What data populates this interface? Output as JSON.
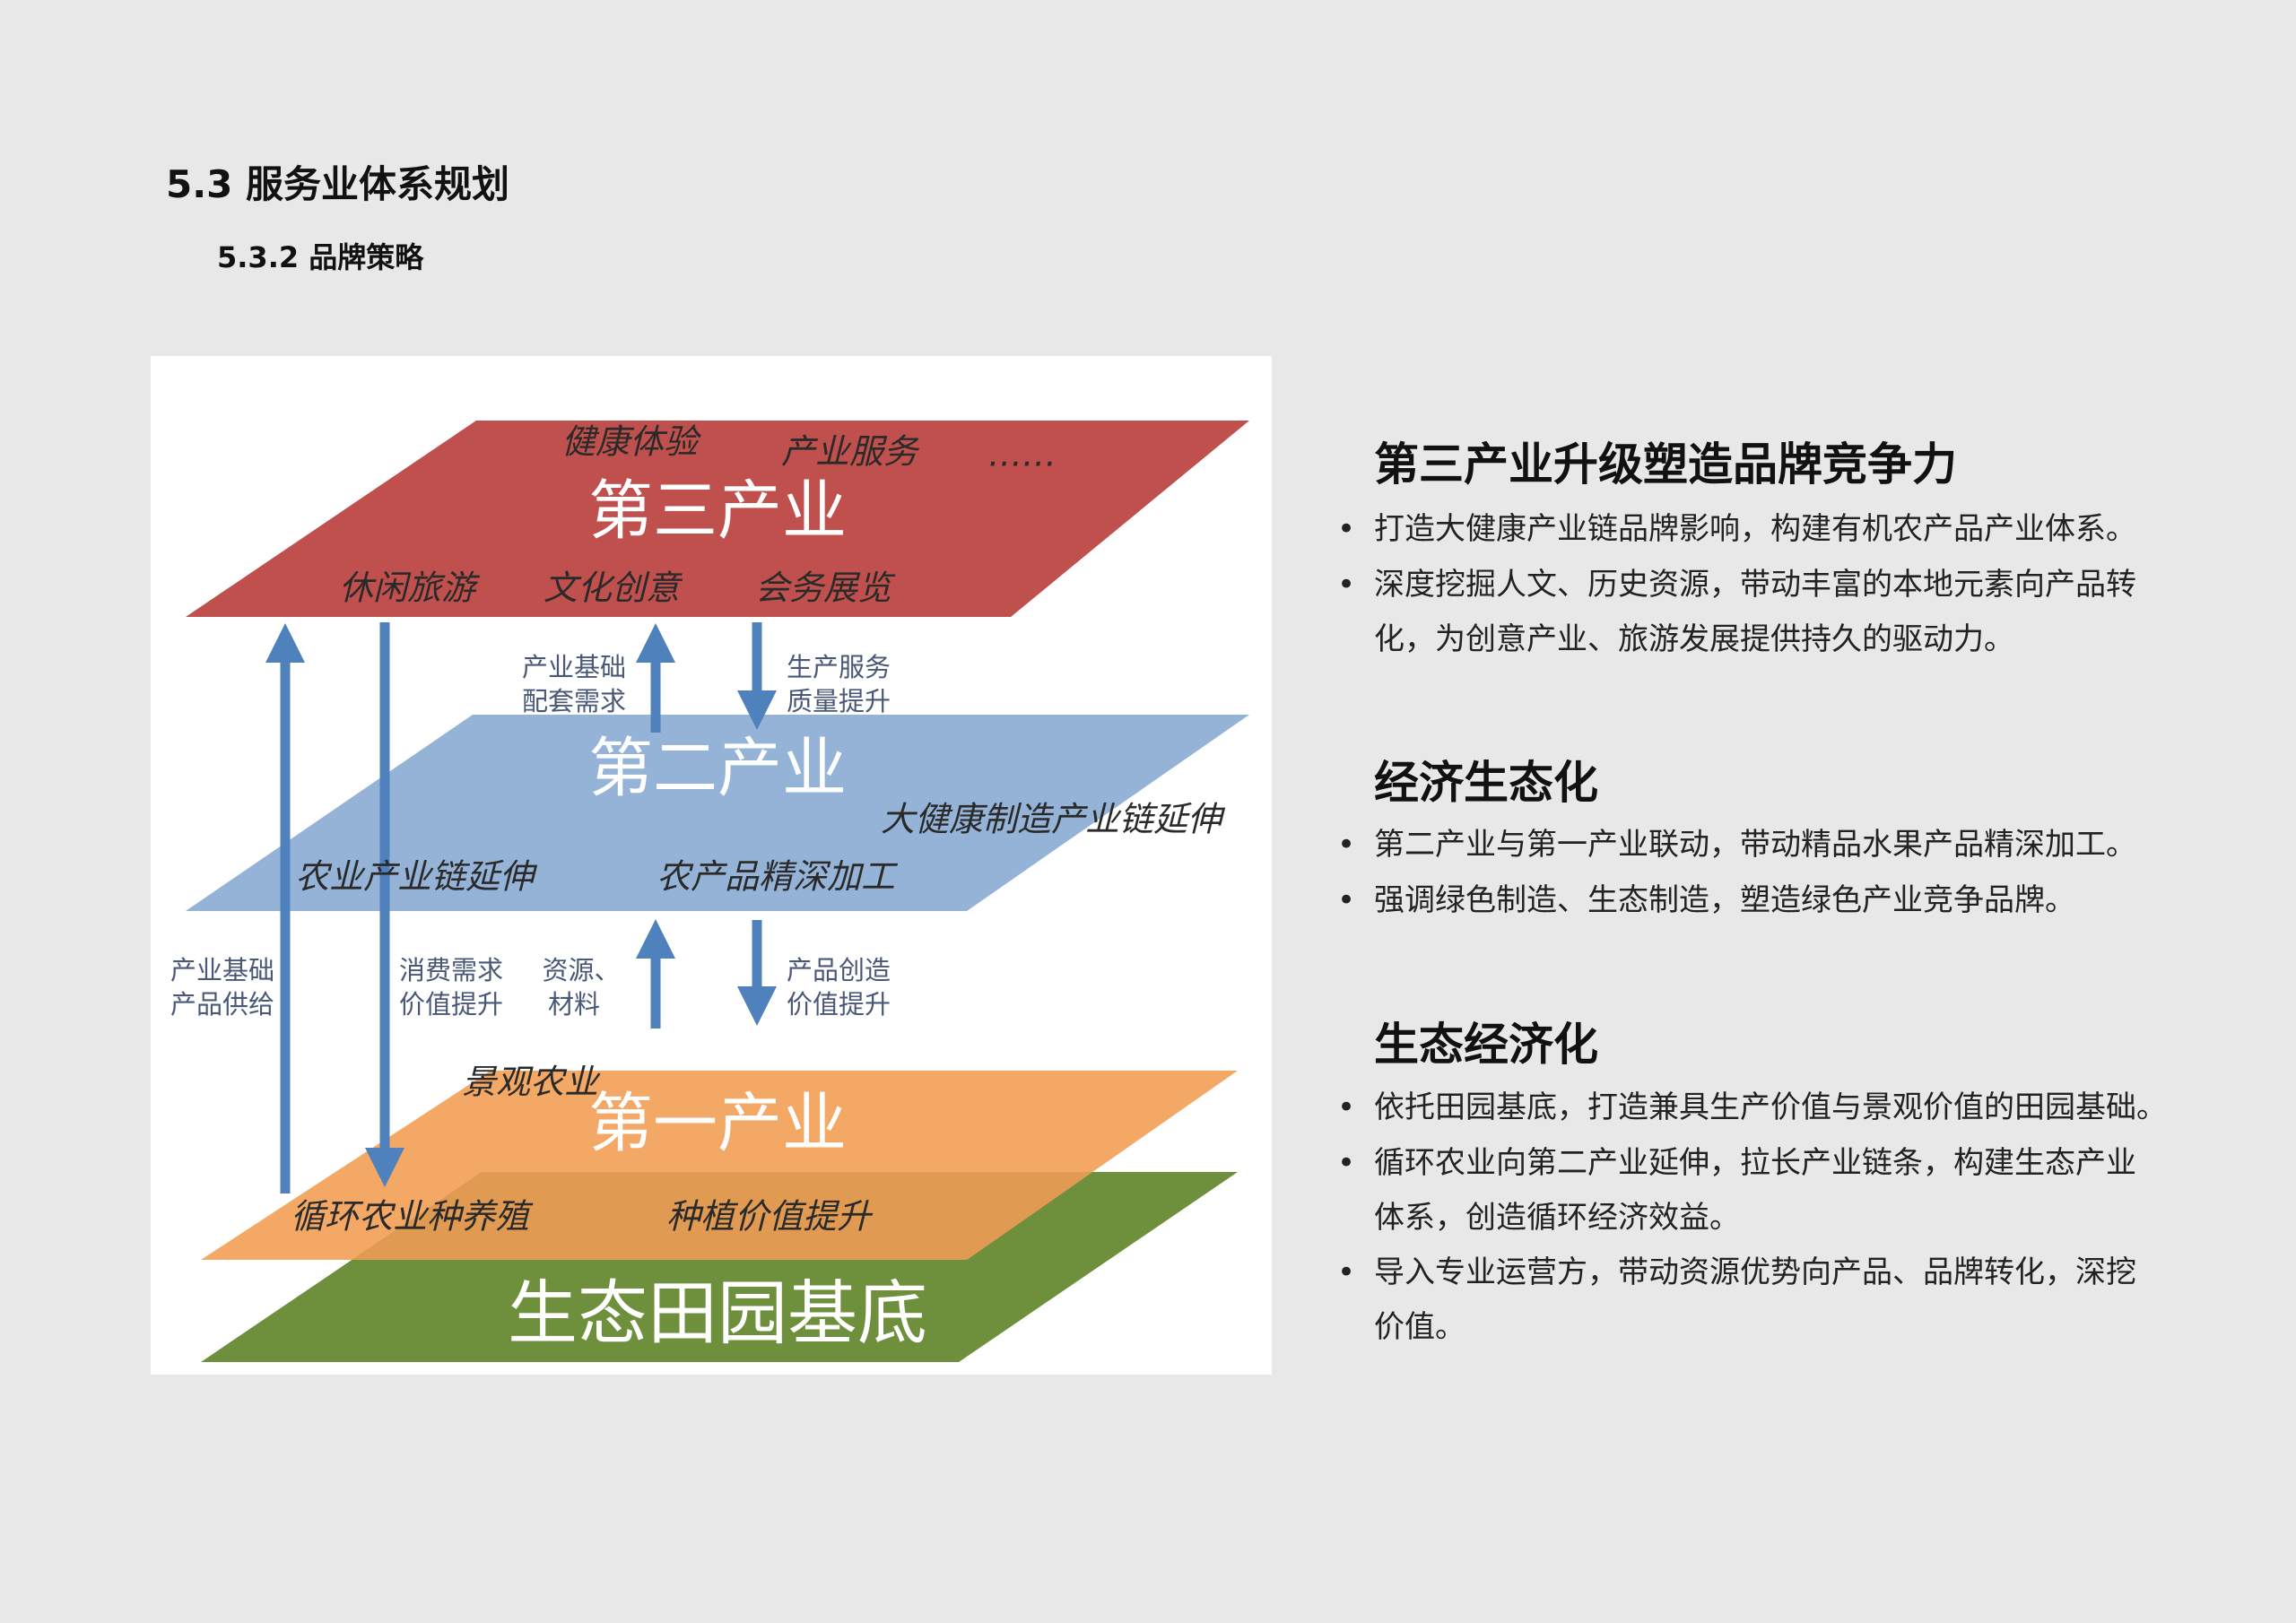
{
  "header": {
    "section": "5.3 服务业体系规划",
    "subsection": "5.3.2 品牌策略"
  },
  "diagram": {
    "tertiary": {
      "title": "第三产业",
      "top": [
        "健康体验",
        "产业服务",
        "……"
      ],
      "bottom": [
        "休闲旅游",
        "文化创意",
        "会务展览"
      ]
    },
    "secondary": {
      "title": "第二产业",
      "right": "大健康制造产业链延伸",
      "bottom": [
        "农业产业链延伸",
        "农产品精深加工"
      ]
    },
    "primary": {
      "title": "第一产业",
      "top": "景观农业",
      "bottom": [
        "循环农业种养殖",
        "种植价值提升"
      ]
    },
    "base": {
      "title": "生态田园基底"
    },
    "labels": {
      "t2_up": [
        "产业基础",
        "配套需求"
      ],
      "t2_down": [
        "生产服务",
        "质量提升"
      ],
      "left_up": [
        "产业基础",
        "产品供给"
      ],
      "left_down": [
        "消费需求",
        "价值提升"
      ],
      "p_up": [
        "资源、",
        "材料"
      ],
      "p_down": [
        "产品创造",
        "价值提升"
      ]
    },
    "colors": {
      "red": "#c0504d",
      "blue": "#95b3d7",
      "orange": "#f4a865",
      "orange_dark": "#e09a52",
      "green": "#6e8f3c",
      "arrow": "#4f81bd"
    }
  },
  "sections": [
    {
      "title": "第三产业升级塑造品牌竞争力",
      "bullets": [
        [
          "打造大健康产业链品牌影响，构建有机农产品产业体系。"
        ],
        [
          "深度挖掘人文、历史资源，带动丰富的本地元素向产品转",
          "化，为创意产业、旅游发展提供持久的驱动力。"
        ]
      ]
    },
    {
      "title": "经济生态化",
      "bullets": [
        [
          "第二产业与第一产业联动，带动精品水果产品精深加工。"
        ],
        [
          "强调绿色制造、生态制造，塑造绿色产业竞争品牌。"
        ]
      ]
    },
    {
      "title": "生态经济化",
      "bullets": [
        [
          "依托田园基底，打造兼具生产价值与景观价值的田园基础。"
        ],
        [
          "循环农业向第二产业延伸，拉长产业链条，构建生态产业",
          "体系，创造循环经济效益。"
        ],
        [
          "导入专业运营方，带动资源优势向产品、品牌转化，深挖",
          "价值。"
        ]
      ]
    }
  ],
  "bullet_symbol": "•"
}
